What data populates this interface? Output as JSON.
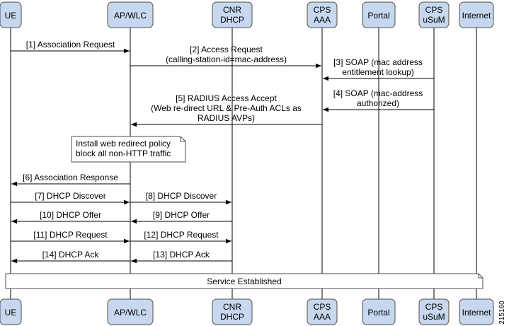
{
  "participants": [
    {
      "id": "ue",
      "lines": [
        "UE"
      ]
    },
    {
      "id": "apwlc",
      "lines": [
        "AP/WLC"
      ]
    },
    {
      "id": "cnr",
      "lines": [
        "CNR",
        "DHCP"
      ]
    },
    {
      "id": "cps-aaa",
      "lines": [
        "CPS",
        "AAA"
      ]
    },
    {
      "id": "portal",
      "lines": [
        "Portal"
      ]
    },
    {
      "id": "cps-usum",
      "lines": [
        "CPS",
        "uSuM"
      ]
    },
    {
      "id": "internet",
      "lines": [
        "Internet"
      ]
    }
  ],
  "messages": [
    {
      "id": "m1",
      "from": "ue",
      "to": "apwlc",
      "lines": [
        "[1] Association Request"
      ]
    },
    {
      "id": "m2",
      "from": "apwlc",
      "to": "cps-aaa",
      "lines": [
        "[2] Access Request",
        "(calling-station-id=mac-address)"
      ]
    },
    {
      "id": "m3",
      "from": "cps-usum",
      "to": "cps-aaa",
      "lines": [
        "[3] SOAP (mac address",
        "entitlement lookup)"
      ]
    },
    {
      "id": "m4",
      "from": "cps-usum",
      "to": "cps-aaa",
      "lines": [
        "[4] SOAP (mac-address",
        "authorized)"
      ]
    },
    {
      "id": "m5",
      "from": "cps-aaa",
      "to": "apwlc",
      "lines": [
        "[5] RADIUS Access Accept",
        "(Web re-direct URL & Pre-Auth ACLs as",
        "RADIUS AVPs)"
      ]
    },
    {
      "id": "m6",
      "from": "apwlc",
      "to": "ue",
      "lines": [
        "[6] Association Response"
      ]
    },
    {
      "id": "m7",
      "from": "ue",
      "to": "apwlc",
      "lines": [
        "[7] DHCP Discover"
      ]
    },
    {
      "id": "m8",
      "from": "apwlc",
      "to": "cnr",
      "lines": [
        "[8] DHCP Discover"
      ]
    },
    {
      "id": "m9",
      "from": "cnr",
      "to": "apwlc",
      "lines": [
        "[9] DHCP Offer"
      ]
    },
    {
      "id": "m10",
      "from": "apwlc",
      "to": "ue",
      "lines": [
        "[10] DHCP Offer"
      ]
    },
    {
      "id": "m11",
      "from": "ue",
      "to": "apwlc",
      "lines": [
        "[11] DHCP Request"
      ]
    },
    {
      "id": "m12",
      "from": "apwlc",
      "to": "cnr",
      "lines": [
        "[12] DHCP Request"
      ]
    },
    {
      "id": "m13",
      "from": "cnr",
      "to": "apwlc",
      "lines": [
        "[13] DHCP Ack"
      ]
    },
    {
      "id": "m14",
      "from": "apwlc",
      "to": "ue",
      "lines": [
        "[14] DHCP Ack"
      ]
    }
  ],
  "note": {
    "lines": [
      "Install web redirect policy",
      "block all non-HTTP traffic"
    ]
  },
  "banner": {
    "label": "Service Established"
  },
  "figure_id": "215160",
  "colors": {
    "box_fill": "#c6d7ee",
    "box_stroke": "#4d4d4d",
    "line": "#000000"
  }
}
